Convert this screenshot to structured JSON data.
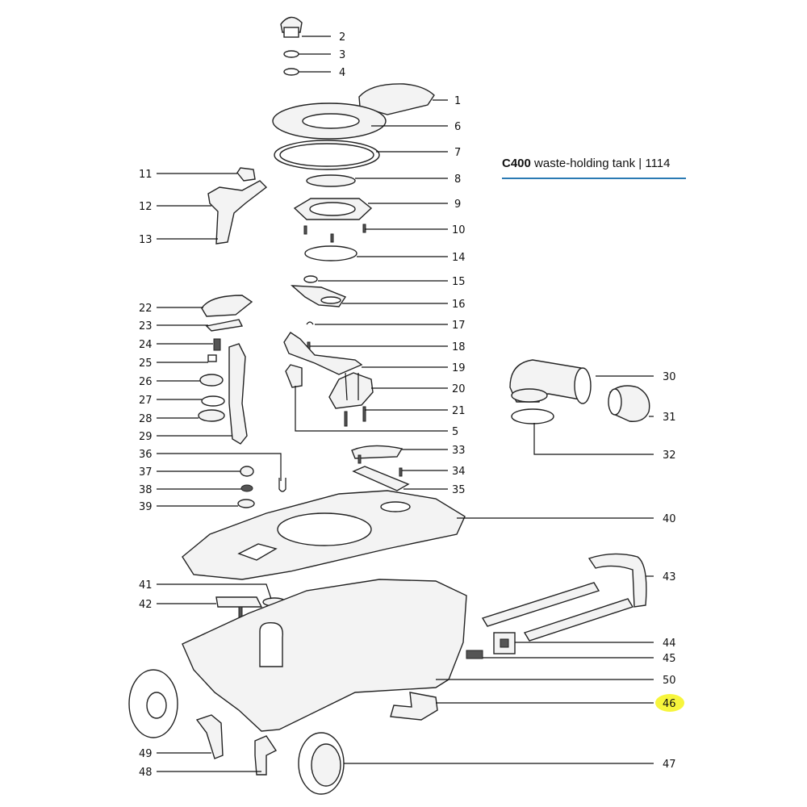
{
  "title": {
    "code": "C400",
    "rest": " waste-holding tank | 1114"
  },
  "colors": {
    "highlight": "#f7f53c",
    "rule": "#2a7ab3",
    "line": "#111111"
  },
  "callouts": {
    "c1": "1",
    "c2": "2",
    "c3": "3",
    "c4": "4",
    "c5": "5",
    "c6": "6",
    "c7": "7",
    "c8": "8",
    "c9": "9",
    "c10": "10",
    "c11": "11",
    "c12": "12",
    "c13": "13",
    "c14": "14",
    "c15": "15",
    "c16": "16",
    "c17": "17",
    "c18": "18",
    "c19": "19",
    "c20": "20",
    "c21": "21",
    "c22": "22",
    "c23": "23",
    "c24": "24",
    "c25": "25",
    "c26": "26",
    "c27": "27",
    "c28": "28",
    "c29": "29",
    "c30": "30",
    "c31": "31",
    "c32": "32",
    "c33": "33",
    "c34": "34",
    "c35": "35",
    "c36": "36",
    "c37": "37",
    "c38": "38",
    "c39": "39",
    "c40": "40",
    "c41": "41",
    "c42": "42",
    "c43": "43",
    "c44": "44",
    "c45": "45",
    "c46": "46",
    "c47": "47",
    "c48": "48",
    "c49": "49",
    "c50": "50"
  },
  "highlighted_part": "46"
}
